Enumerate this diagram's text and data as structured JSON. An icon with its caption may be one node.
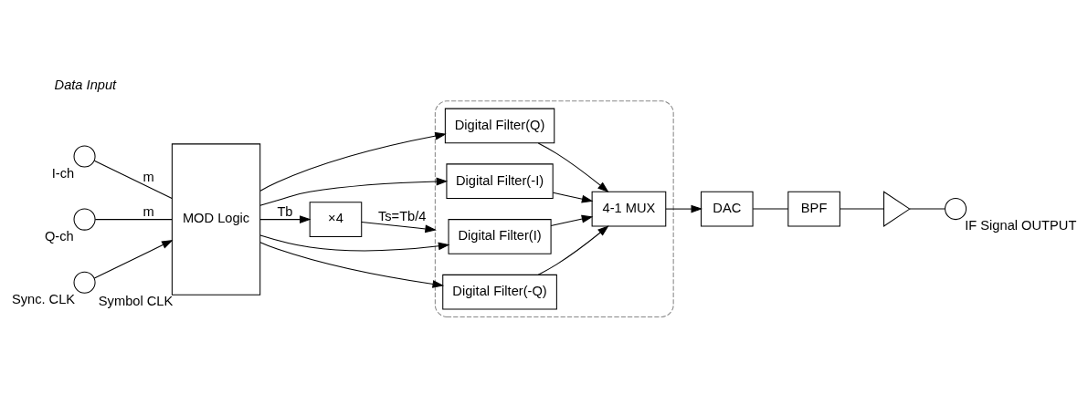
{
  "diagram": {
    "nodes": [
      {
        "text": [],
        "shape": "circle",
        "beside": [
          "I-ch"
        ]
      },
      {
        "text": [],
        "shape": "circle",
        "beside": [
          "Q-ch"
        ]
      },
      {
        "text": [],
        "shape": "circle",
        "beside": [
          "Sync. CLK"
        ]
      },
      {
        "text": [
          "MOD Logic"
        ],
        "beside": [
          "Symbol CLK"
        ]
      },
      {
        "text": [],
        "shape": "box"
      },
      {
        "text": [
          "Digital Filter(I)"
        ],
        "in": 4
      },
      {
        "text": [
          "Digital Filter(Q)"
        ],
        "in": 4
      },
      {
        "text": [
          "Digital Filter(-I)"
        ],
        "in": 4
      },
      {
        "text": [
          "Digital Filter(-Q)"
        ],
        "in": 4
      },
      {
        "text": [
          "4-1 MUX"
        ],
        "in": 4
      },
      {
        "text": [
          "DAC"
        ]
      },
      {
        "text": [
          "BPF"
        ]
      },
      {
        "text": [],
        "shape": "triangle"
      },
      {
        "text": [],
        "shape": "circle",
        "beside": [
          "IF Signal OUTPUT"
        ]
      },
      {
        "text": [
          "×4"
        ]
      }
    ],
    "edges": [
      {
        "from": 0,
        "to": 3,
        "arrow": "none",
        "label": "m"
      },
      {
        "from": 1,
        "to": 3,
        "arrow": "none",
        "label": "m"
      },
      {
        "from": 2,
        "to": 3,
        "arrow": "to"
      },
      {
        "from": 3,
        "to": 5,
        "arrow": "to"
      },
      {
        "from": 3,
        "to": 7,
        "arrow": "to"
      },
      {
        "from": 3,
        "to": 6,
        "arrow": "to"
      },
      {
        "from": 3,
        "to": 8,
        "arrow": "to"
      },
      {
        "from": 5,
        "to": 9,
        "arrow": "to"
      },
      {
        "from": 6,
        "to": 9,
        "arrow": "to"
      },
      {
        "from": 7,
        "to": 9,
        "arrow": "to"
      },
      {
        "from": 8,
        "to": 9,
        "arrow": "to"
      },
      {
        "from": 9,
        "to": 10,
        "arrow": "to"
      },
      {
        "from": 10,
        "to": 11,
        "arrow": "none"
      },
      {
        "from": 11,
        "to": 12,
        "arrow": "none"
      },
      {
        "from": 12,
        "to": 13,
        "arrow": "none"
      },
      {
        "from": 3,
        "to": 14,
        "arrow": "to",
        "label": "Tb"
      },
      {
        "from": 14,
        "to": 4,
        "arrow": "to",
        "label": "Ts=Tb/4"
      }
    ],
    "labels": [
      "Data Input"
    ]
  }
}
